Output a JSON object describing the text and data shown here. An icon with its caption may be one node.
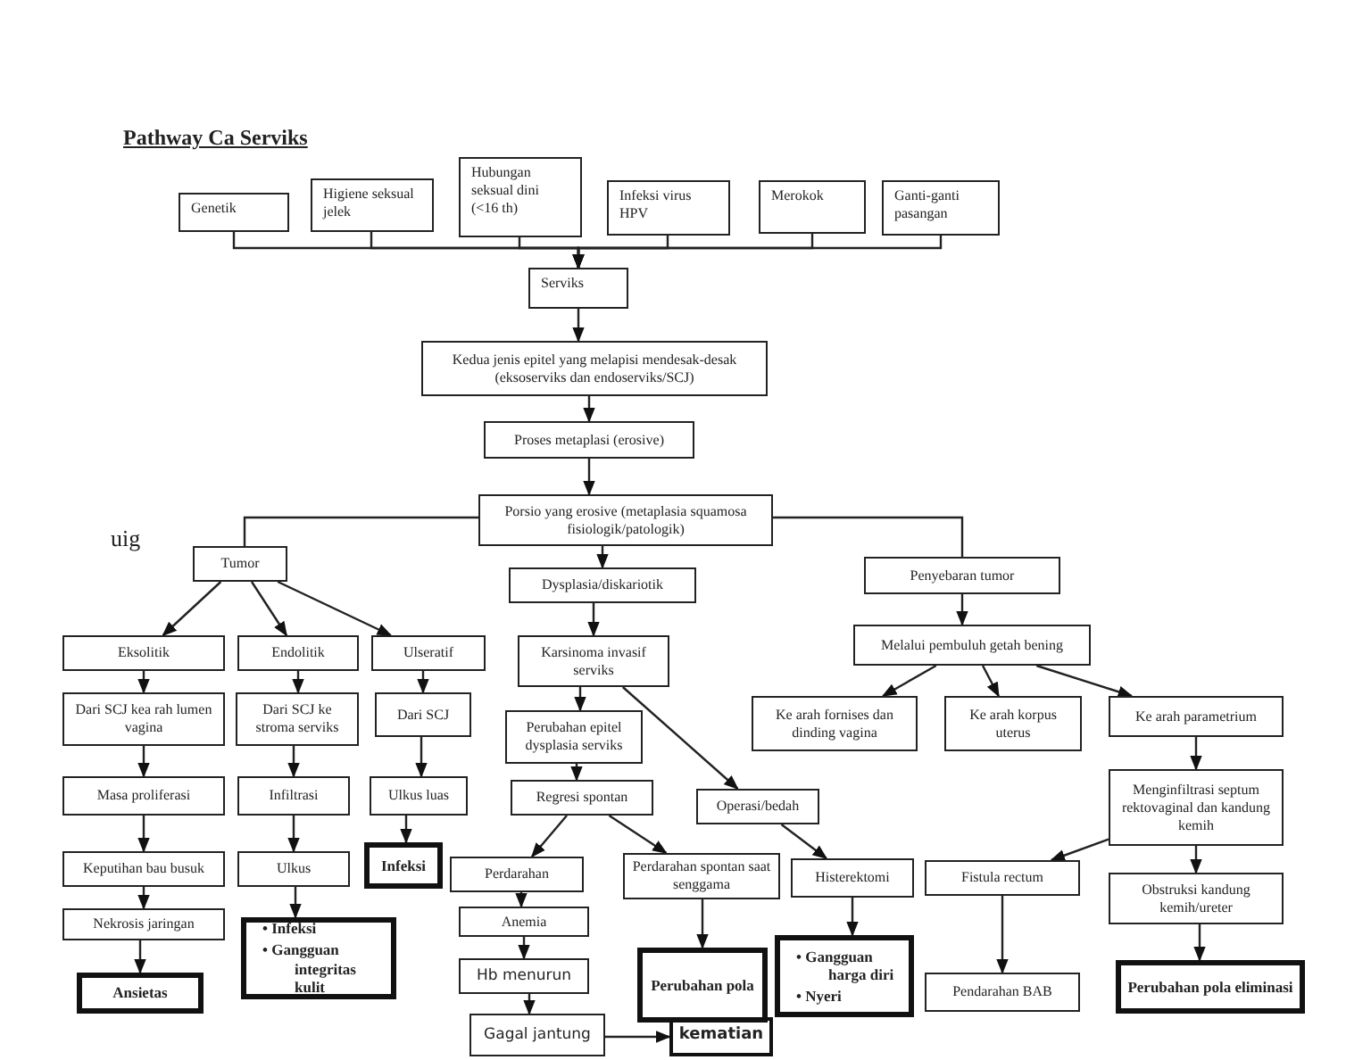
{
  "diagram": {
    "title": "Pathway Ca Serviks",
    "nodes": [
      {
        "text": [
          "Genetik"
        ]
      },
      {
        "text": [
          "Higiene seksual jelek"
        ]
      },
      {
        "text": [
          "Hubungan seksual dini (<16 th)"
        ]
      },
      {
        "text": [
          "Infeksi virus HPV"
        ]
      },
      {
        "text": [
          "Merokok"
        ]
      },
      {
        "text": [
          "Ganti-ganti pasangan"
        ]
      },
      {
        "text": [
          "Serviks"
        ]
      },
      {
        "text": [
          "Kedua jenis epitel yang melapisi mendesak-desak (eksoserviks dan endoserviks/SCJ)"
        ]
      },
      {
        "text": [
          "Proses metaplasi (erosive)"
        ]
      },
      {
        "text": [
          "Porsio yang erosive (metaplasia squamosa fisiologik/patologik)"
        ]
      },
      {
        "text": [
          "Tumor"
        ]
      },
      {
        "text": [
          "Eksolitik"
        ]
      },
      {
        "text": [
          "Endolitik"
        ]
      },
      {
        "text": [
          "Ulseratif"
        ]
      },
      {
        "text": [
          "Dari SCJ kea rah lumen vagina"
        ]
      },
      {
        "text": [
          "Dari SCJ ke stroma serviks"
        ]
      },
      {
        "text": [
          "Dari SCJ"
        ]
      },
      {
        "text": [
          "Masa proliferasi"
        ]
      },
      {
        "text": [
          "Infiltrasi"
        ]
      },
      {
        "text": [
          "Ulkus luas"
        ]
      },
      {
        "text": [
          "Keputihan bau busuk"
        ]
      },
      {
        "text": [
          "Ulkus"
        ]
      },
      {
        "text": [
          "Infeksi"
        ]
      },
      {
        "text": [
          "Nekrosis jaringan"
        ]
      },
      {
        "text": [
          "• Infeksi",
          "• Gangguan integritas kulit"
        ]
      },
      {
        "text": [
          "Ansietas"
        ]
      },
      {
        "text": [
          "Dysplasia/diskariotik"
        ]
      },
      {
        "text": [
          "Karsinoma invasif serviks"
        ]
      },
      {
        "text": [
          "Perubahan epitel dysplasia serviks"
        ]
      },
      {
        "text": [
          "Regresi spontan"
        ]
      },
      {
        "text": [
          "Operasi/bedah"
        ]
      },
      {
        "text": [
          "Perdarahan"
        ]
      },
      {
        "text": [
          "Perdarahan spontan saat senggama"
        ]
      },
      {
        "text": [
          "Histerektomi"
        ]
      },
      {
        "text": [
          "Anemia"
        ]
      },
      {
        "text": [
          "Hb menurun"
        ]
      },
      {
        "text": [
          "Gagal  jantung"
        ]
      },
      {
        "text": [
          "kematian"
        ]
      },
      {
        "text": [
          "Perubahan pola"
        ]
      },
      {
        "text": [
          "• Gangguan harga diri",
          "• Nyeri"
        ]
      },
      {
        "text": [
          "Penyebaran tumor"
        ]
      },
      {
        "text": [
          "Melalui pembuluh getah bening"
        ]
      },
      {
        "text": [
          "Ke arah fornises dan dinding vagina"
        ]
      },
      {
        "text": [
          "Ke arah korpus uterus"
        ]
      },
      {
        "text": [
          "Ke arah parametrium"
        ]
      },
      {
        "text": [
          "Menginfiltrasi septum rektovaginal dan kandung kemih"
        ]
      },
      {
        "text": [
          "Fistula rectum"
        ]
      },
      {
        "text": [
          "Obstruksi kandung kemih/ureter"
        ]
      },
      {
        "text": [
          "Pendarahan BAB"
        ]
      },
      {
        "text": [
          "Perubahan pola eliminasi"
        ]
      }
    ],
    "edges": [
      {
        "from": 0,
        "to": 6,
        "arrow": "to"
      },
      {
        "from": 1,
        "to": 6,
        "arrow": "to"
      },
      {
        "from": 2,
        "to": 6,
        "arrow": "to"
      },
      {
        "from": 3,
        "to": 6,
        "arrow": "to"
      },
      {
        "from": 4,
        "to": 6,
        "arrow": "to"
      },
      {
        "from": 5,
        "to": 6,
        "arrow": "to"
      },
      {
        "from": 6,
        "to": 7,
        "arrow": "to"
      },
      {
        "from": 7,
        "to": 8,
        "arrow": "to"
      },
      {
        "from": 8,
        "to": 9,
        "arrow": "to"
      },
      {
        "from": 9,
        "to": 10,
        "arrow": "none"
      },
      {
        "from": 9,
        "to": 26,
        "arrow": "to"
      },
      {
        "from": 9,
        "to": 40,
        "arrow": "none"
      },
      {
        "from": 10,
        "to": 11,
        "arrow": "to"
      },
      {
        "from": 10,
        "to": 12,
        "arrow": "to"
      },
      {
        "from": 10,
        "to": 13,
        "arrow": "to"
      },
      {
        "from": 11,
        "to": 14,
        "arrow": "to"
      },
      {
        "from": 14,
        "to": 17,
        "arrow": "to"
      },
      {
        "from": 17,
        "to": 20,
        "arrow": "to"
      },
      {
        "from": 20,
        "to": 23,
        "arrow": "to"
      },
      {
        "from": 23,
        "to": 25,
        "arrow": "to"
      },
      {
        "from": 12,
        "to": 15,
        "arrow": "to"
      },
      {
        "from": 15,
        "to": 18,
        "arrow": "to"
      },
      {
        "from": 18,
        "to": 21,
        "arrow": "to"
      },
      {
        "from": 21,
        "to": 24,
        "arrow": "to"
      },
      {
        "from": 13,
        "to": 16,
        "arrow": "to"
      },
      {
        "from": 16,
        "to": 19,
        "arrow": "to"
      },
      {
        "from": 19,
        "to": 22,
        "arrow": "to"
      },
      {
        "from": 26,
        "to": 27,
        "arrow": "to"
      },
      {
        "from": 27,
        "to": 28,
        "arrow": "to"
      },
      {
        "from": 27,
        "to": 30,
        "arrow": "to"
      },
      {
        "from": 28,
        "to": 29,
        "arrow": "to"
      },
      {
        "from": 29,
        "to": 31,
        "arrow": "to"
      },
      {
        "from": 29,
        "to": 32,
        "arrow": "to"
      },
      {
        "from": 30,
        "to": 33,
        "arrow": "to"
      },
      {
        "from": 31,
        "to": 34,
        "arrow": "to"
      },
      {
        "from": 34,
        "to": 35,
        "arrow": "to"
      },
      {
        "from": 35,
        "to": 36,
        "arrow": "to"
      },
      {
        "from": 36,
        "to": 37,
        "arrow": "to"
      },
      {
        "from": 32,
        "to": 38,
        "arrow": "to"
      },
      {
        "from": 33,
        "to": 39,
        "arrow": "to"
      },
      {
        "from": 40,
        "to": 41,
        "arrow": "to"
      },
      {
        "from": 41,
        "to": 42,
        "arrow": "to"
      },
      {
        "from": 41,
        "to": 43,
        "arrow": "to"
      },
      {
        "from": 41,
        "to": 44,
        "arrow": "to"
      },
      {
        "from": 44,
        "to": 45,
        "arrow": "to"
      },
      {
        "from": 45,
        "to": 46,
        "arrow": "to"
      },
      {
        "from": 45,
        "to": 47,
        "arrow": "to"
      },
      {
        "from": 46,
        "to": 48,
        "arrow": "to"
      },
      {
        "from": 47,
        "to": 49,
        "arrow": "to"
      }
    ],
    "labels": [
      "uig"
    ]
  }
}
